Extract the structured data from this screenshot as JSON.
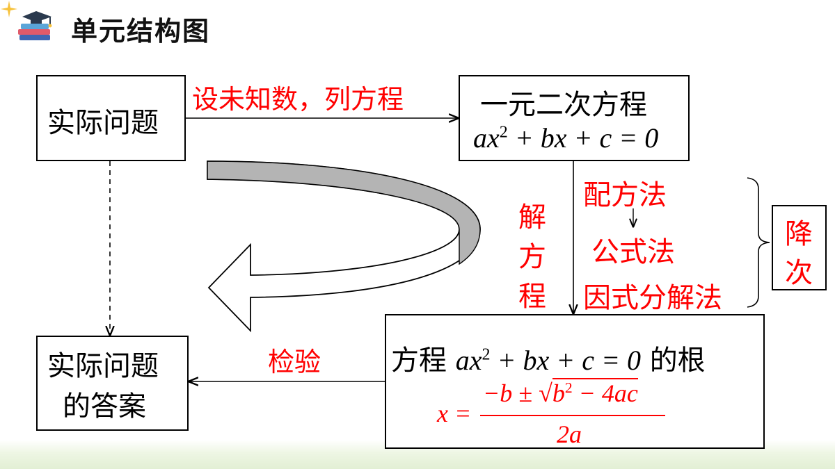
{
  "header": {
    "title": "单元结构图",
    "icon": "graduation-books-icon",
    "sparkle_icon": "sparkle-icon"
  },
  "boxes": {
    "real_problem": "实际问题",
    "quadratic_title": "一元二次方程",
    "answer_line1": "实际问题",
    "answer_line2": "的答案",
    "roots_prefix": "方程",
    "roots_suffix": "的根"
  },
  "labels": {
    "set_unknown": "设未知数，列方程",
    "solve_1": "解",
    "solve_2": "方",
    "solve_3": "程",
    "check": "检验",
    "method_1": "配方法",
    "method_2": "公式法",
    "method_3": "因式分解法",
    "reduce_1": "降",
    "reduce_2": "次"
  },
  "formulas": {
    "equation": {
      "a": "ax",
      "exp": "2",
      "rest": " + bx + c = 0"
    },
    "root_equation": {
      "a": "ax",
      "exp": "2",
      "rest": " + bx + c = 0"
    },
    "quadratic_formula": {
      "lhs": "x =",
      "numerator_left": "−b ± ",
      "radicand_base": "b",
      "radicand_exp": "2",
      "radicand_rest": " − 4ac",
      "denominator": "2a"
    }
  },
  "colors": {
    "accent": "#ff0000",
    "text": "#000000",
    "arrow_gray": "#b4b4b4",
    "footer_green": "#e2efd4"
  }
}
